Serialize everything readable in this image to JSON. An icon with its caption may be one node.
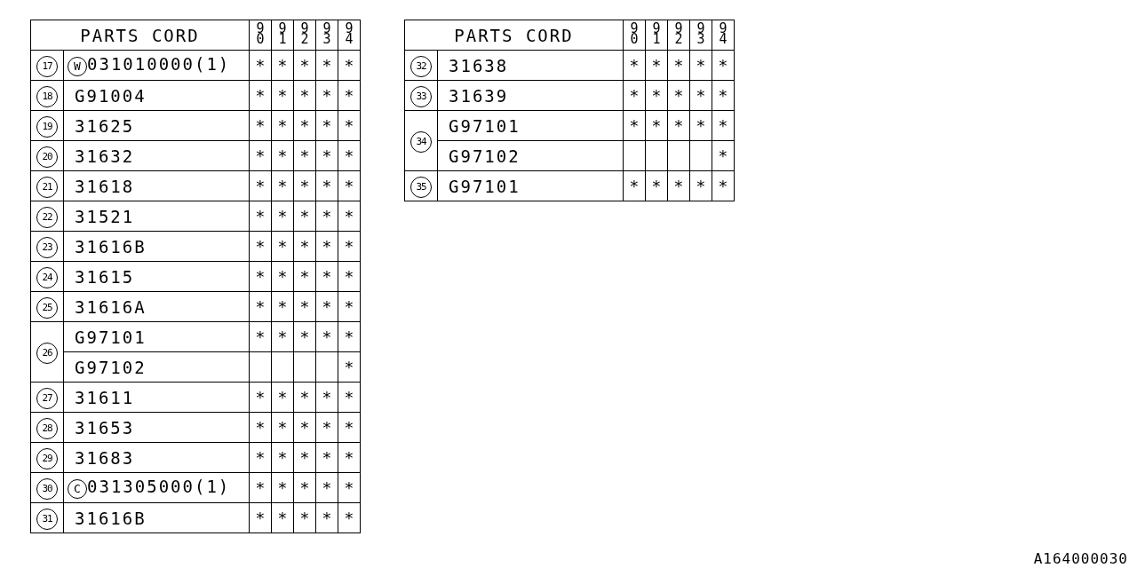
{
  "diagram": {
    "labels": [
      "PARTS CORD",
      "90",
      "91",
      "92",
      "93",
      "94",
      "17",
      "W",
      "031010000(1)",
      "*",
      "*",
      "*",
      "*",
      "*",
      "18",
      "G91004",
      "*",
      "*",
      "*",
      "*",
      "*",
      "19",
      "31625",
      "*",
      "*",
      "*",
      "*",
      "*",
      "20",
      "31632",
      "*",
      "*",
      "*",
      "*",
      "*",
      "21",
      "31618",
      "*",
      "*",
      "*",
      "*",
      "*",
      "22",
      "31521",
      "*",
      "*",
      "*",
      "*",
      "*",
      "23",
      "31616B",
      "*",
      "*",
      "*",
      "*",
      "*",
      "24",
      "31615",
      "*",
      "*",
      "*",
      "*",
      "*",
      "25",
      "31616A",
      "*",
      "*",
      "*",
      "*",
      "*",
      "26",
      "G97101",
      "*",
      "*",
      "*",
      "*",
      "*",
      "G97102",
      "*",
      "27",
      "31611",
      "*",
      "*",
      "*",
      "*",
      "*",
      "28",
      "31653",
      "*",
      "*",
      "*",
      "*",
      "*",
      "29",
      "31683",
      "*",
      "*",
      "*",
      "*",
      "*",
      "30",
      "C",
      "031305000(1)",
      "*",
      "*",
      "*",
      "*",
      "*",
      "31",
      "31616B",
      "*",
      "*",
      "*",
      "*",
      "*",
      "PARTS CORD",
      "90",
      "91",
      "92",
      "93",
      "94",
      "32",
      "31638",
      "*",
      "*",
      "*",
      "*",
      "*",
      "33",
      "31639",
      "*",
      "*",
      "*",
      "*",
      "*",
      "34",
      "G97101",
      "*",
      "*",
      "*",
      "*",
      "*",
      "G97102",
      "*",
      "35",
      "G97101",
      "*",
      "*",
      "*",
      "*",
      "*",
      "A164000030"
    ]
  }
}
